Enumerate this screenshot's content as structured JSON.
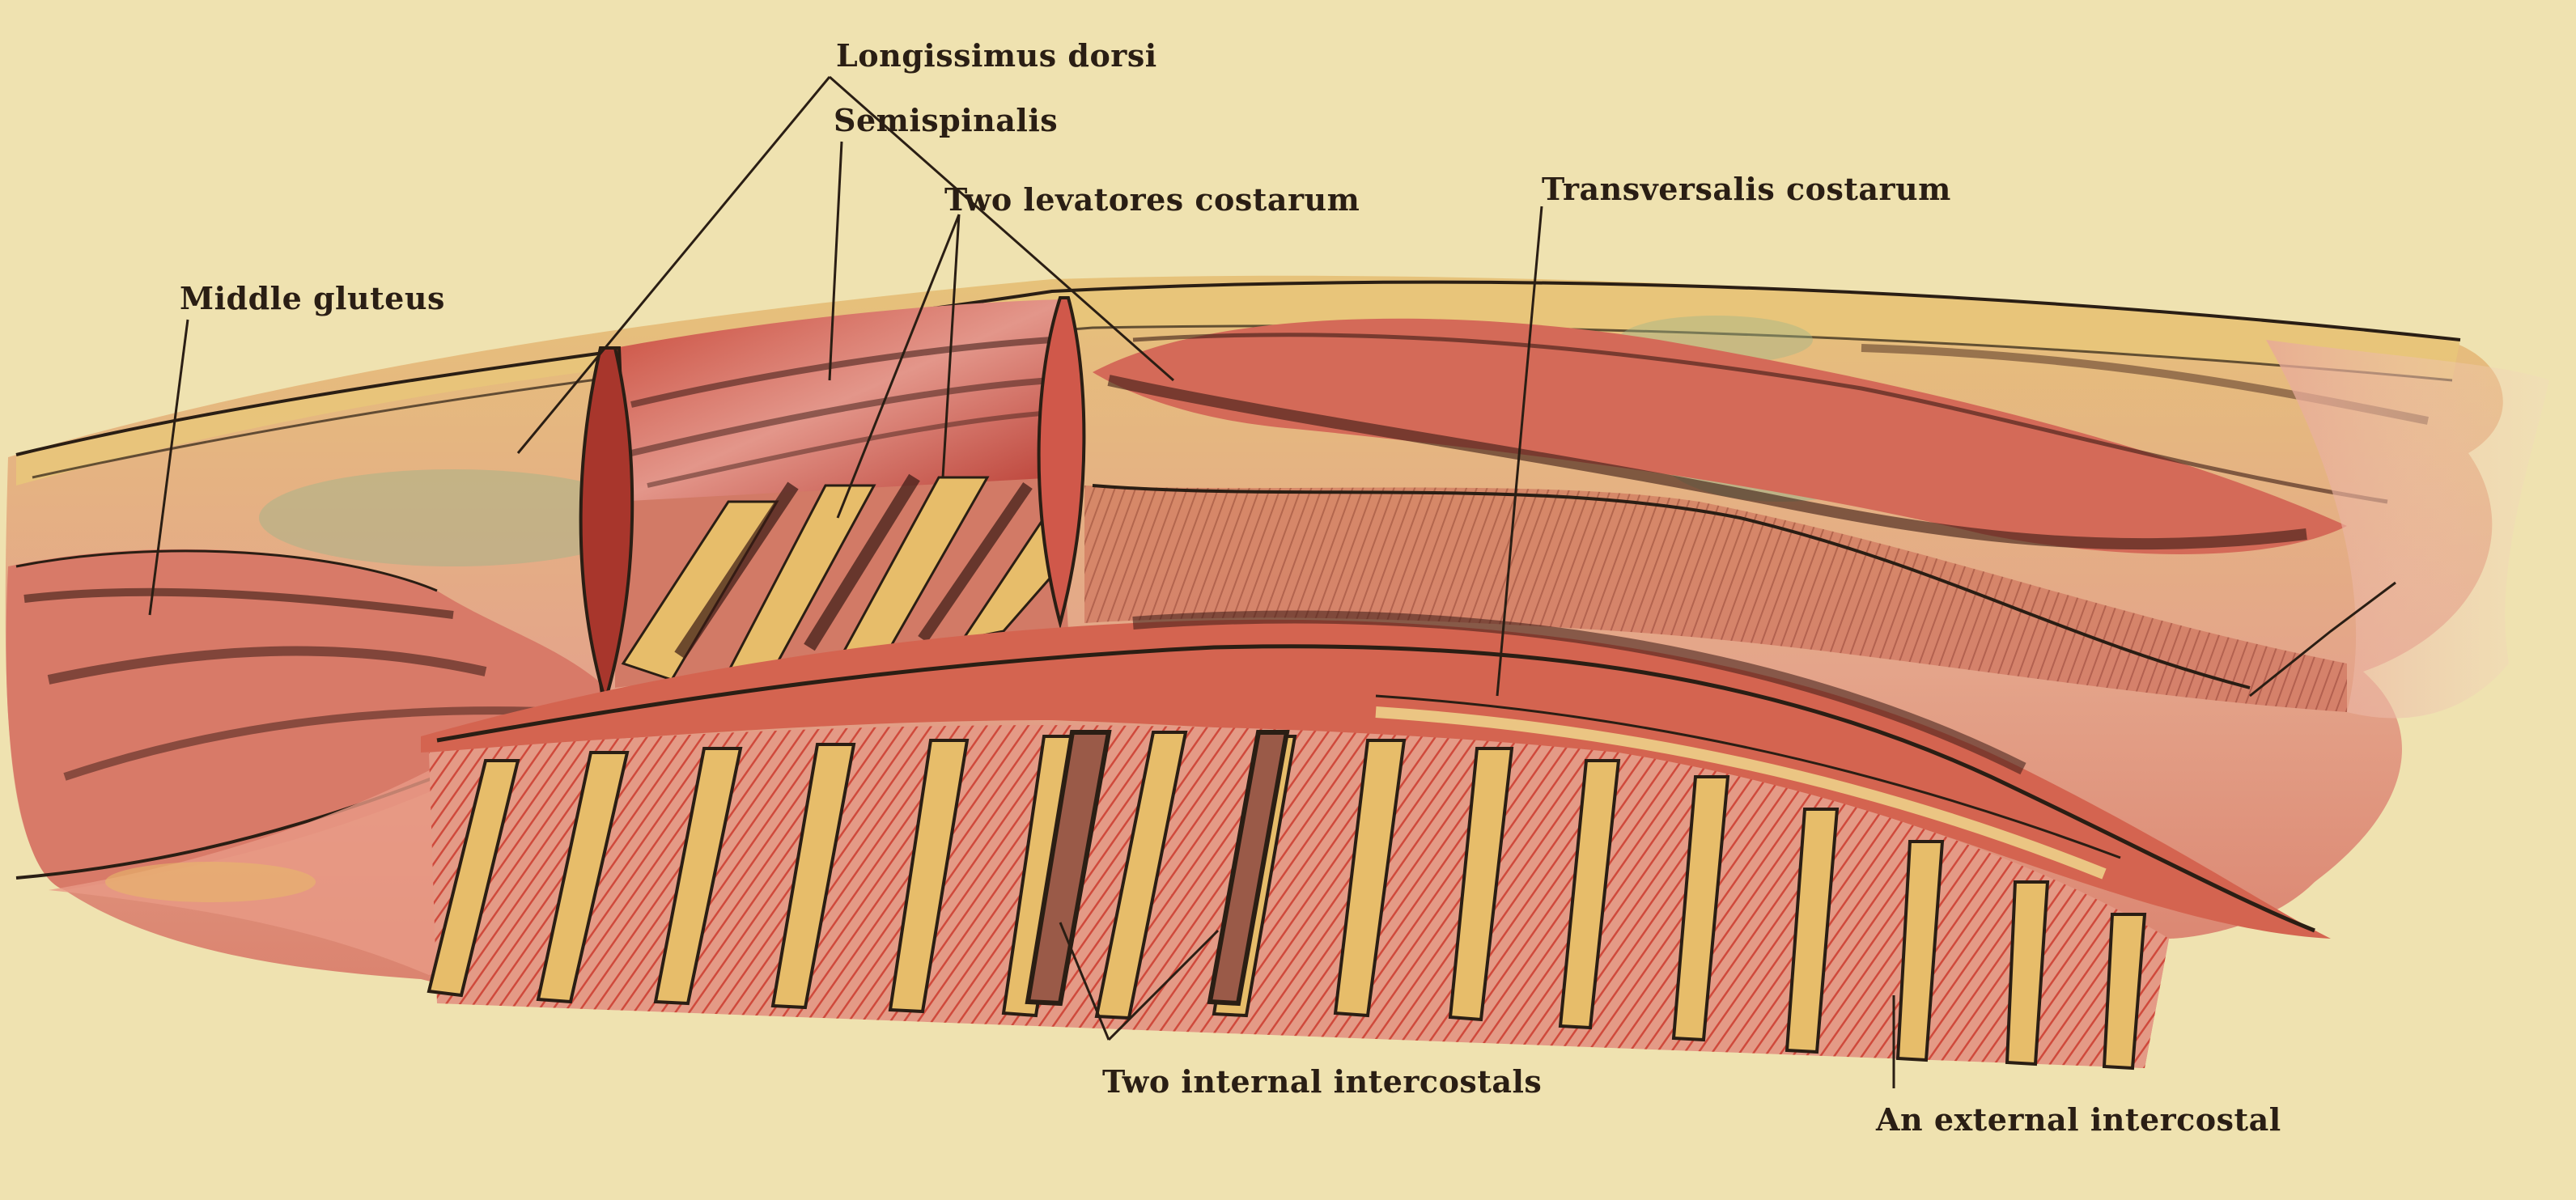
{
  "figure": {
    "subject": "Dissection of the lateral back and thoracic wall",
    "colors": {
      "paper": "#efe2b0",
      "muscle_red": "#c8463a",
      "muscle_light": "#e49a86",
      "rib_yellow": "#e7bd6a",
      "fascia_yellow": "#e8c57a",
      "dark_shadow": "#3a1a14",
      "green_tint": "#9cb48a",
      "ink": "#2a1e14"
    }
  },
  "labels": {
    "longissimus_dorsi": "Longissimus dorsi",
    "semispinalis": "Semispinalis",
    "two_levatores_costarum": "Two levatores costarum",
    "transversalis_costarum": "Transversalis costarum",
    "middle_gluteus": "Middle gluteus",
    "two_internal_intercostals": "Two internal intercostals",
    "an_external_intercostal": "An external intercostal"
  }
}
